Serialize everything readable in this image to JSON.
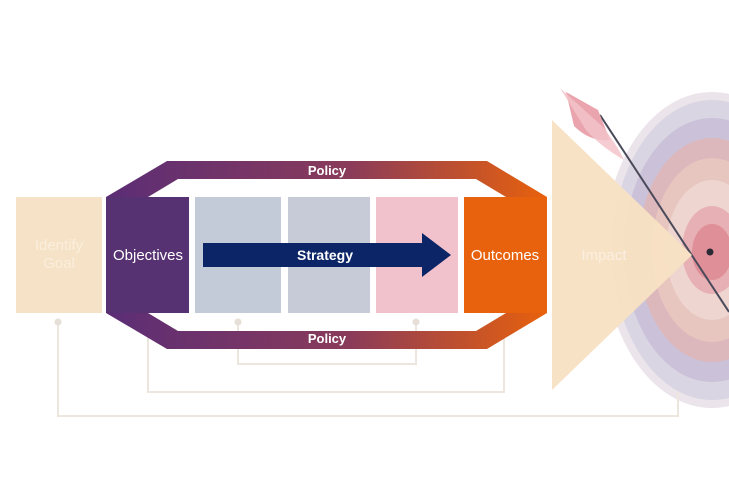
{
  "diagram": {
    "boxes": {
      "identify_goal": {
        "line1": "Identify",
        "line2": "Goal"
      },
      "objectives": {
        "label": "Objectives"
      },
      "outcomes": {
        "label": "Outcomes"
      },
      "impact": {
        "label": "Impact"
      }
    },
    "strategy_label": "Strategy",
    "policy_top_label": "Policy",
    "policy_bottom_label": "Policy"
  },
  "colors": {
    "goal_fill": "#f6e2c6",
    "goal_text": "#fbeedd",
    "objectives_fill": "#573272",
    "phase_grey": "#c4cbd8",
    "phase_pink": "#f2c2cc",
    "outcomes_fill": "#e8610c",
    "strategy_arrow": "#0c2566",
    "policy_gradient_start": "#5b2d76",
    "policy_gradient_end": "#e8610c",
    "impact_fill": "#f7e1c3",
    "feedback_line": "#ece6df"
  },
  "icons": [
    "target-icon",
    "arrow-projectile-icon"
  ]
}
